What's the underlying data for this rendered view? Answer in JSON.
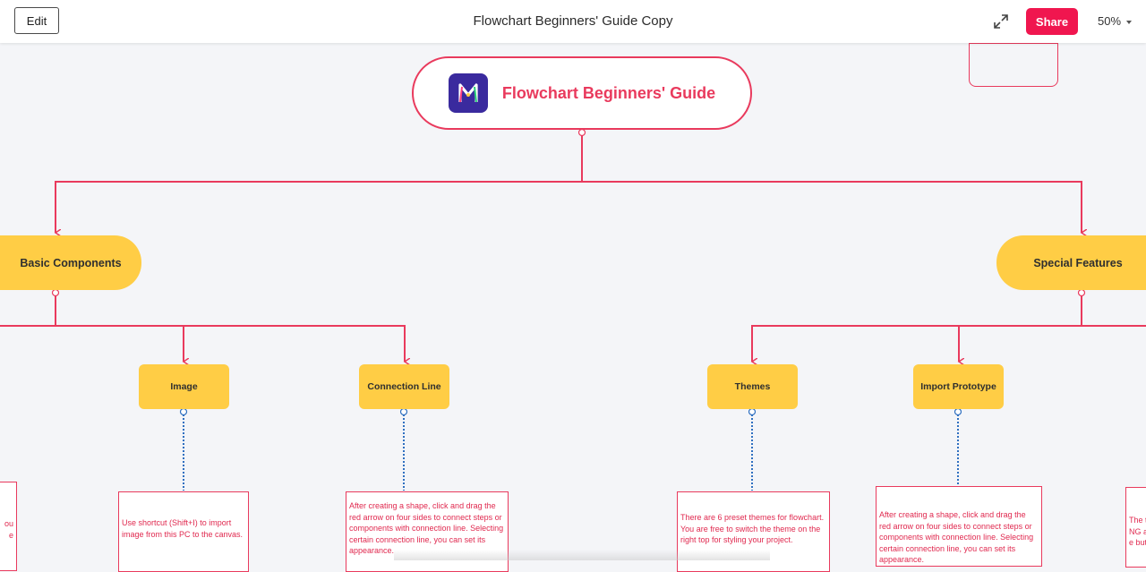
{
  "toolbar": {
    "edit_label": "Edit",
    "doc_title": "Flowchart Beginners' Guide Copy",
    "share_label": "Share",
    "zoom": "50%"
  },
  "canvas": {
    "root": {
      "title": "Flowchart Beginners' Guide",
      "icon": "app-logo-icon"
    },
    "branches": {
      "basic": "Basic Components",
      "special": "Special Features"
    },
    "nodes": {
      "image": "Image",
      "connection_line": "Connection Line",
      "themes": "Themes",
      "import_prototype": "Import Prototype"
    },
    "notes": {
      "left_partial_1": "ou",
      "left_partial_2": "e",
      "image": "Use shortcut (Shift+I) to import image from this PC to the canvas.",
      "connection_line": "After creating a shape, click and drag the red arrow on four sides to connect steps or components with connection line. Selecting certain connection line, you can set its appearance.",
      "themes": "There are 6 preset themes for flowchart. You are free to switch the theme on the right top for styling your project.",
      "import_prototype": "After creating a shape, click and drag the red arrow on four sides to connect steps or components with connection line. Selecting certain connection line, you can set its appearance.",
      "right_partial": "The t PNG a pre butto"
    }
  },
  "colors": {
    "accent": "#e93a5d",
    "node_fill": "#ffcd45",
    "share": "#f0164f",
    "dotted_link": "#2f6fc0"
  }
}
